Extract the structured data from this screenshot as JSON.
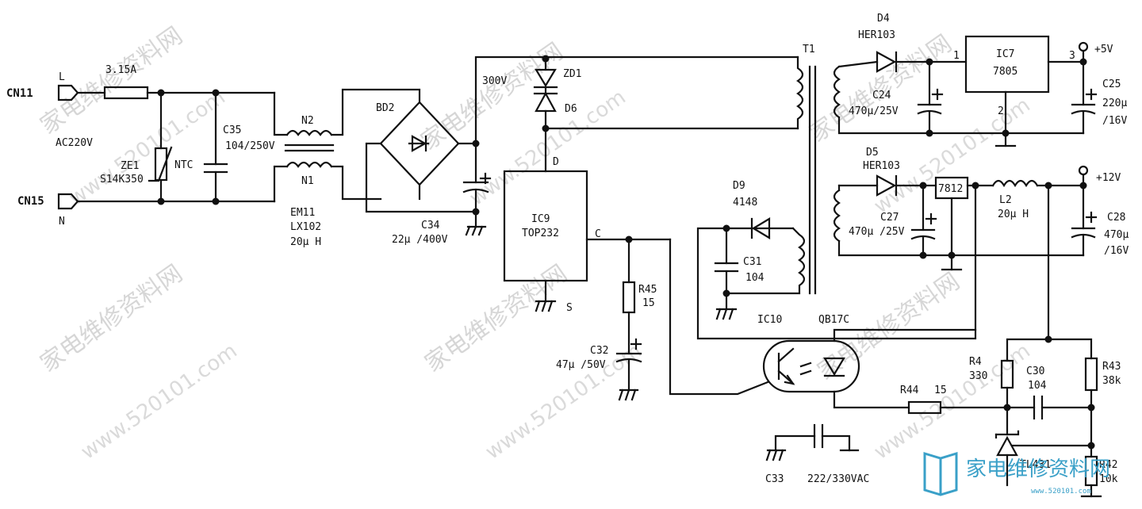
{
  "watermark": {
    "text": "家电维修资料网",
    "url": "www.520101.com"
  },
  "logo": {
    "text": "家电维修资料网",
    "url": "www.520101.com",
    "color": "#3aa0c8"
  },
  "labels": {
    "cn11": "CN11",
    "cn15": "CN15",
    "L": "L",
    "N": "N",
    "fuse": "3.15A",
    "ac": "AC220V",
    "ze1": "ZE1",
    "s14k": "S14K350",
    "ntc": "NTC",
    "c35": "C35",
    "c35v": "104/250V",
    "n2": "N2",
    "n1": "N1",
    "em11": "EM11",
    "lx102": "LX102",
    "l20": "20μ H",
    "bd2": "BD2",
    "v300": "300V",
    "c34": "C34",
    "c34v": "22μ /400V",
    "zd1": "ZD1",
    "d6": "D6",
    "d": "D",
    "ic9": "IC9",
    "top232": "TOP232",
    "c": "C",
    "s": "S",
    "r45": "R45",
    "r45v": "15",
    "c32": "C32",
    "c32v": "47μ /50V",
    "t1": "T1",
    "d9": "D9",
    "d9v": "4148",
    "c31": "C31",
    "c31v": "104",
    "ic10": "IC10",
    "qb17c": "QB17C",
    "c33": "C33",
    "c33v": "222/330VAC",
    "d4": "D4",
    "her103a": "HER103",
    "ic7": "IC7",
    "ic7v": "7805",
    "pin1": "1",
    "pin2": "2",
    "pin3": "3",
    "p5v": "+5V",
    "c24": "C24",
    "c24v": "470μ/25V",
    "c25": "C25",
    "c25v1": "220μ",
    "c25v2": "/16V",
    "d5": "D5",
    "her103b": "HER103",
    "reg7812": "7812",
    "l2": "L2",
    "l2v": "20μ H",
    "p12v": "+12V",
    "c27": "C27",
    "c27v": "470μ /25V",
    "c28": "C28",
    "c28v1": "470μ",
    "c28v2": "/16V",
    "r4": "R4",
    "r4v": "330",
    "c30": "C30",
    "c30v": "104",
    "r43": "R43",
    "r43v": "38k",
    "r44": "R44",
    "r44v": "15",
    "tl431": "TL431",
    "r42": "R42",
    "r42v": "10k"
  }
}
